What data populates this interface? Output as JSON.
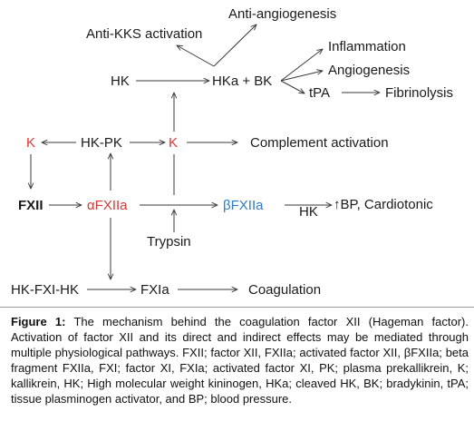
{
  "colors": {
    "text": "#1a1a1a",
    "red": "#e0342f",
    "blue": "#2b7bd0",
    "arrow": "#3a3a3a"
  },
  "nodes": {
    "anti_angiogenesis": "Anti-angiogenesis",
    "anti_kks": "Anti-KKS activation",
    "hk_top": "HK",
    "hka_bk": "HKa + BK",
    "inflammation": "Inflammation",
    "angiogenesis": "Angiogenesis",
    "tpa": "tPA",
    "fibrinolysis": "Fibrinolysis",
    "k_left": "K",
    "hk_pk": "HK-PK",
    "k_center": "K",
    "complement": "Complement activation",
    "fxii": "FXII",
    "afxiia": "αFXIIa",
    "bfxiia": "βFXIIa",
    "hk_label": "HK",
    "bp": "↑BP, Cardiotonic",
    "trypsin": "Trypsin",
    "hk_fxi_hk": "HK-FXI-HK",
    "fxia": "FXIa",
    "coagulation": "Coagulation"
  },
  "caption": {
    "label": "Figure 1:",
    "text": " The mechanism behind the coagulation factor XII (Hageman factor). Activation of factor XII and its direct and indirect effects may be mediated through multiple physiological pathways. FXII; factor XII, FXIIa; activated factor XII, βFXIIa; beta fragment FXIIa, FXI; factor XI, FXIa; activated factor XI, PK; plasma prekallikrein, K; kallikrein, HK; High molecular weight kininogen, HKa; cleaved HK, BK; bradykinin, tPA; tissue plasminogen activator, and BP; blood pressure."
  }
}
